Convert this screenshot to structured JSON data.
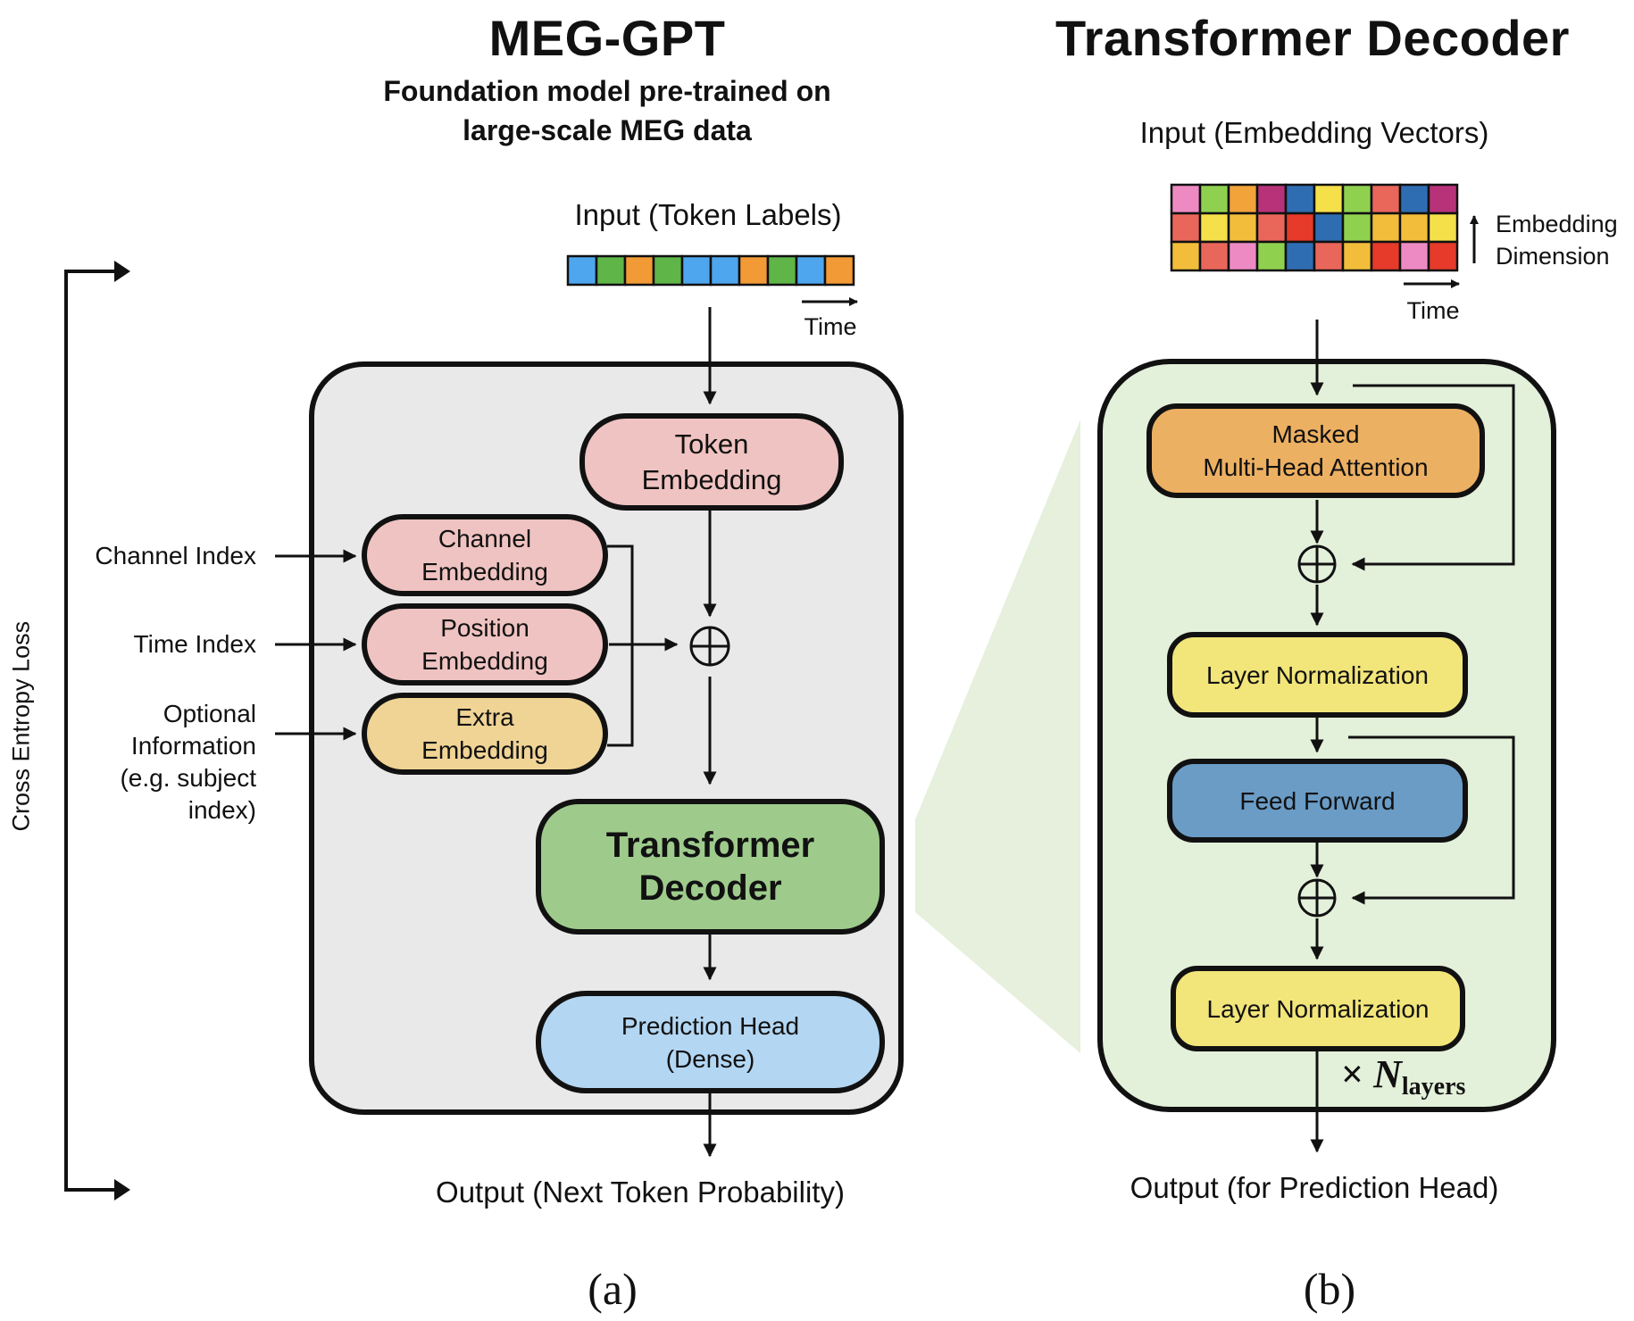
{
  "colors": {
    "token_embedding": "#efc3c1",
    "channel_embedding": "#efc3c1",
    "position_embedding": "#efc3c1",
    "extra_embedding": "#f0d495",
    "transformer_decoder": "#9ecb8c",
    "prediction_head": "#b3d6f2",
    "outer_box": "#e9e9e9",
    "decoder_panel": "#e3f0da",
    "attention": "#ecb062",
    "layer_norm": "#f2e57a",
    "feed_forward": "#6a9cc6",
    "token_label_colors": [
      "#4ea6ef",
      "#5fb548",
      "#f29a36"
    ],
    "embedding_grid_colors": [
      "#ee8ac3",
      "#8fd14f",
      "#f2a33a",
      "#b8327a",
      "#2f6db2",
      "#f5e04a",
      "#e9675a",
      "#e63a2a",
      "#f2bd3a"
    ]
  },
  "panel_a": {
    "title": "MEG-GPT",
    "subtitle_line1": "Foundation model pre-trained on",
    "subtitle_line2": "large-scale MEG data",
    "input_label": "Input (Token Labels)",
    "time_label": "Time",
    "token_sequence": [
      "blue",
      "green",
      "orange",
      "green",
      "blue",
      "blue",
      "orange",
      "green",
      "blue",
      "orange"
    ],
    "token_embedding": [
      "Token",
      "Embedding"
    ],
    "channel_embedding": [
      "Channel",
      "Embedding"
    ],
    "position_embedding": [
      "Position",
      "Embedding"
    ],
    "extra_embedding": [
      "Extra",
      "Embedding"
    ],
    "channel_index": "Channel Index",
    "time_index": "Time Index",
    "optional_info": [
      "Optional",
      "Information",
      "(e.g. subject",
      "index)"
    ],
    "transformer_decoder": [
      "Transformer",
      "Decoder"
    ],
    "prediction_head": [
      "Prediction Head",
      "(Dense)"
    ],
    "output_label": "Output (Next Token Probability)",
    "loss_label": "Cross Entropy Loss",
    "sum_symbol": "⊕",
    "caption": "(a)"
  },
  "panel_b": {
    "title": "Transformer Decoder",
    "input_label": "Input (Embedding Vectors)",
    "embedding_dimension": [
      "Embedding",
      "Dimension"
    ],
    "time_label": "Time",
    "embedding_grid": [
      [
        "pink",
        "green",
        "orange",
        "magenta",
        "blue",
        "yellow",
        "green",
        "salmon",
        "blue",
        "magenta"
      ],
      [
        "salmon",
        "yellow",
        "amber",
        "salmon",
        "red",
        "blue",
        "green",
        "amber",
        "amber",
        "yellow"
      ],
      [
        "amber",
        "salmon",
        "pink",
        "green",
        "blue",
        "salmon",
        "amber",
        "red",
        "pink",
        "red"
      ]
    ],
    "attention": [
      "Masked",
      "Multi-Head Attention"
    ],
    "layer_norm_1": "Layer Normalization",
    "feed_forward": "Feed Forward",
    "layer_norm_2": "Layer Normalization",
    "repeat_symbol": "×",
    "repeat_n": "N",
    "repeat_sub": "layers",
    "output_label": "Output (for Prediction Head)",
    "sum_symbol": "⊕",
    "caption": "(b)"
  }
}
